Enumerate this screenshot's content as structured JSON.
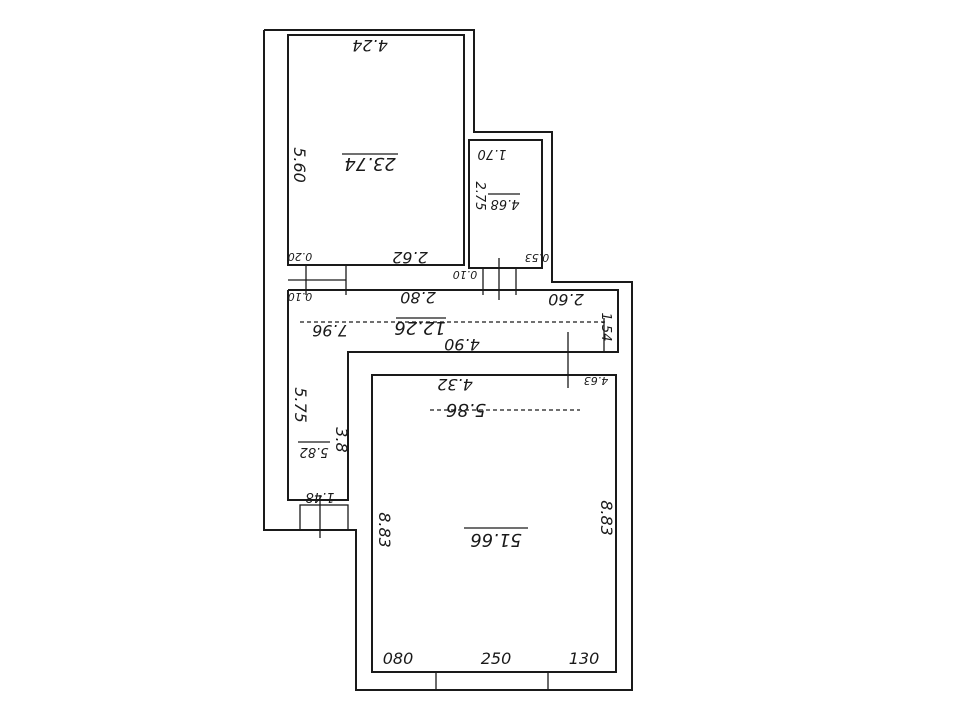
{
  "floor_plan": {
    "room_1": {
      "width_top": "4.24",
      "length_side": "5.60",
      "area": "23.74",
      "inner_left": "0.20",
      "inner_bottom": "2.62"
    },
    "room_2": {
      "width_top": "1.70",
      "length_side": "2.75",
      "area": "4.68",
      "door_left": "0.10",
      "door_right": "0.53"
    },
    "corridor": {
      "left_offset": "0.10",
      "top_segment": "2.80",
      "right_segment": "2.60",
      "total_length": "7.96",
      "area": "12.26",
      "bottom_segment": "4.90",
      "right_side": "1.54"
    },
    "hall": {
      "length": "5.75",
      "area": "5.82",
      "width": "3.8",
      "bottom_width": "1.48"
    },
    "room_3": {
      "top_offset": "4.63",
      "top_width": "4.32",
      "total_width": "5.86",
      "area": "51.66",
      "left_side": "8.83",
      "right_side": "8.83",
      "window_left": "080",
      "window_width": "250",
      "window_right": "130"
    }
  }
}
